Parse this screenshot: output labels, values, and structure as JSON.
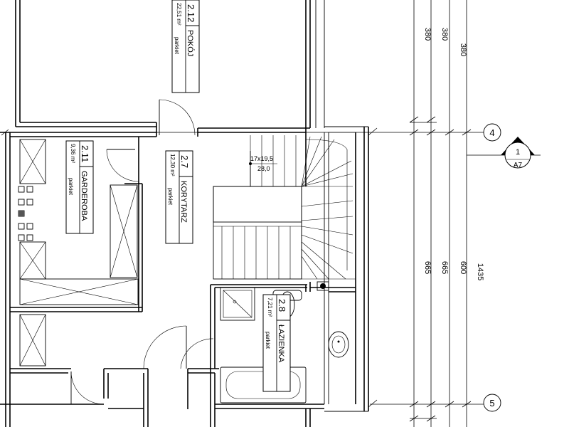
{
  "rooms": [
    {
      "number": "2.12",
      "name": "POKÓJ",
      "area": "22,51 m²",
      "floor": "parkiet"
    },
    {
      "number": "2.11",
      "name": "GARDEROBA",
      "area": "9,36 m²",
      "floor": "parkiet"
    },
    {
      "number": "2.7",
      "name": "KORYTARZ",
      "area": "12,30 m²",
      "floor": "parkiet"
    },
    {
      "number": "2.8",
      "name": "ŁAZIENKA",
      "area": "7,21 m²",
      "floor": "parkiet"
    }
  ],
  "stair_label": {
    "steps": "17x19,5",
    "tread": "28,0"
  },
  "dimensions": {
    "upper": [
      "380",
      "380",
      "380"
    ],
    "lower": [
      "665",
      "665",
      "600",
      "1435"
    ]
  },
  "grid_axes": [
    "4",
    "5"
  ],
  "section_marker": {
    "number": "1",
    "sheet": "A7"
  }
}
